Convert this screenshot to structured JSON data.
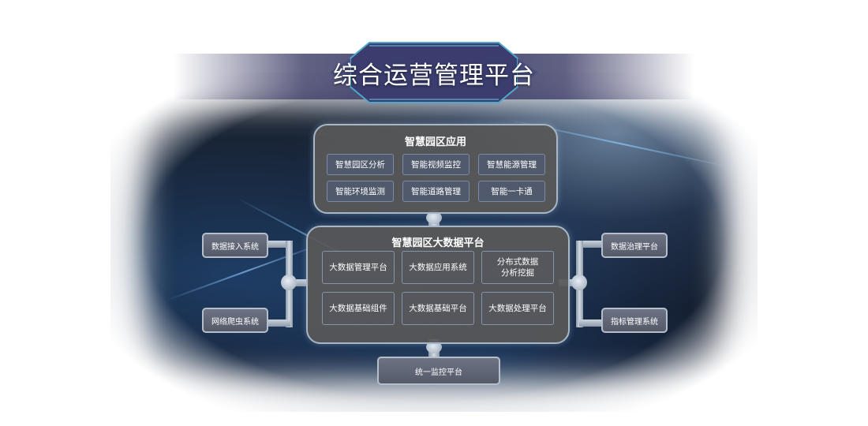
{
  "title": "综合运营管理平台",
  "app_panel": {
    "title": "智慧园区应用",
    "items": [
      "智慧园区分析",
      "智能视频监控",
      "智慧能源管理",
      "智能环境监测",
      "智能道路管理",
      "智能一卡通"
    ]
  },
  "bigdata_panel": {
    "title": "智慧园区大数据平台",
    "items": [
      "大数据管理平台",
      "大数据应用系统",
      "分布式数据\n分析挖掘",
      "大数据基础组件",
      "大数据基础平台",
      "大数据处理平台"
    ]
  },
  "left_systems": [
    "数据接入系统",
    "网络爬虫系统"
  ],
  "right_systems": [
    "数据治理平台",
    "指标管理系统"
  ],
  "bottom_system": "统一监控平台",
  "colors": {
    "panel_fill": "#585858",
    "panel_border": "#a9b6c6",
    "cell_fill": "#505a6c",
    "title_plate": "#3a3d6e",
    "title_plate_edge": "#4fa8c9"
  }
}
